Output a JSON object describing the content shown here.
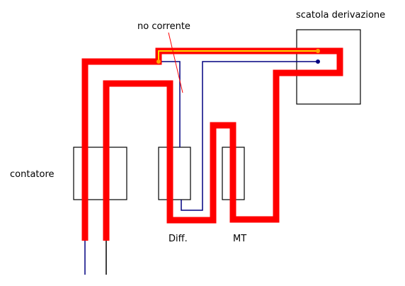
{
  "labels": {
    "junction_box": "scatola derivazione",
    "no_current": "no corrente",
    "meter": "contatore",
    "differential": "Diff.",
    "thermal_breaker": "MT"
  },
  "colors": {
    "live_wire": "#ff0000",
    "neutral_wire": "#000080",
    "highlight_wire": "#ffd700",
    "outline": "#000000",
    "node": "#ffa500",
    "background": "#ffffff"
  }
}
